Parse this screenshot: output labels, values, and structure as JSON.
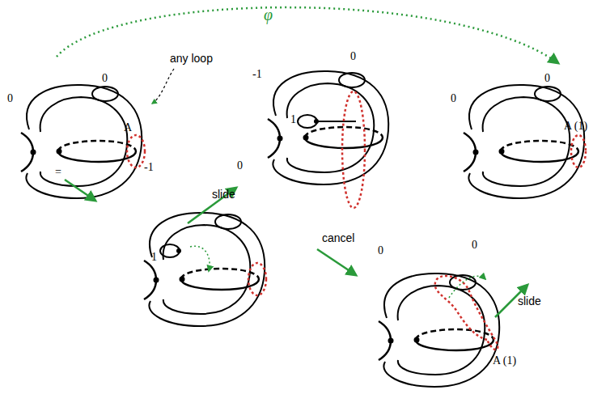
{
  "diagram": {
    "labels": [
      "φ",
      "0",
      "0",
      "any loop",
      "A",
      "-1",
      "0",
      "1",
      "0",
      "0",
      "A (1)",
      "=",
      "-1",
      "0",
      "1",
      "slide",
      "cancel",
      "0",
      "0",
      "A (1)",
      "slide"
    ]
  }
}
